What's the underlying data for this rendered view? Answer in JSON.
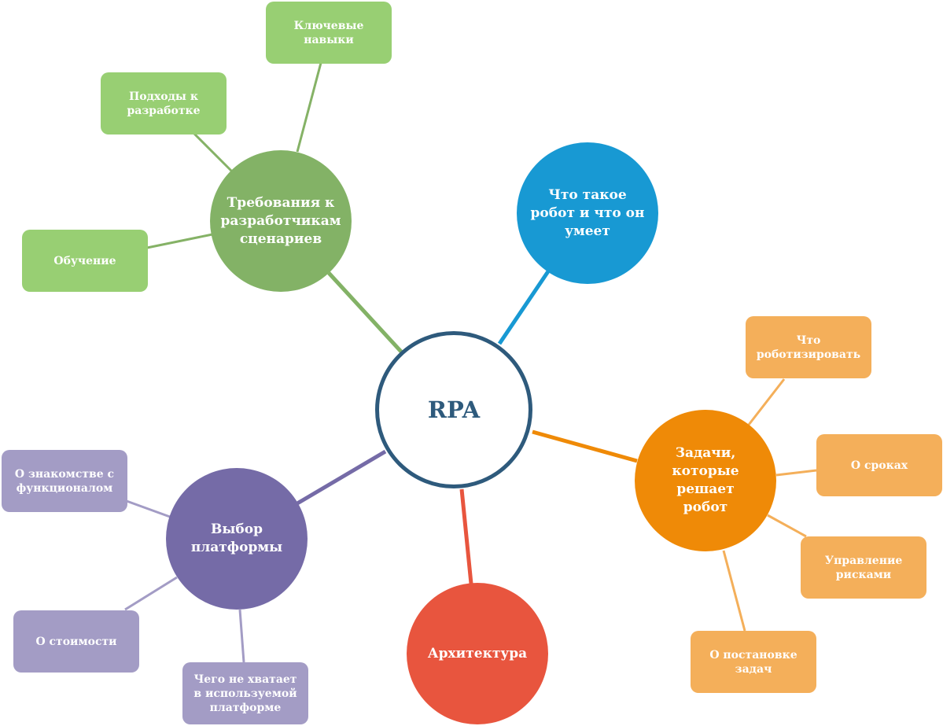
{
  "center": {
    "label": "RPA",
    "color": "#2e5a7c"
  },
  "branches": {
    "robot": {
      "label": "Что такое\nробот и что он\nумеет",
      "color": "#1899d3"
    },
    "requirements": {
      "label": "Требования к\nразработчикам\nсценариев",
      "color": "#83b266",
      "child_color": "#98cf73",
      "children": [
        "Ключевые\nнавыки",
        "Подходы к\nразработке",
        "Обучение"
      ]
    },
    "tasks": {
      "label": "Задачи,\nкоторые\nрешает\nробот",
      "color": "#ef8a07",
      "child_color": "#f4af5a",
      "children": [
        "Что\nроботизировать",
        "О сроках",
        "Управление\nрисками",
        "О постановке\nзадач"
      ]
    },
    "architecture": {
      "label": "Архитектура",
      "color": "#e8553e"
    },
    "platform": {
      "label": "Выбор\nплатформы",
      "color": "#756ba7",
      "child_color": "#a39cc5",
      "children": [
        "О знакомстве с\nфункционалом",
        "О стоимости",
        "Чего не хватает\nв используемой\nплатформе"
      ]
    }
  }
}
